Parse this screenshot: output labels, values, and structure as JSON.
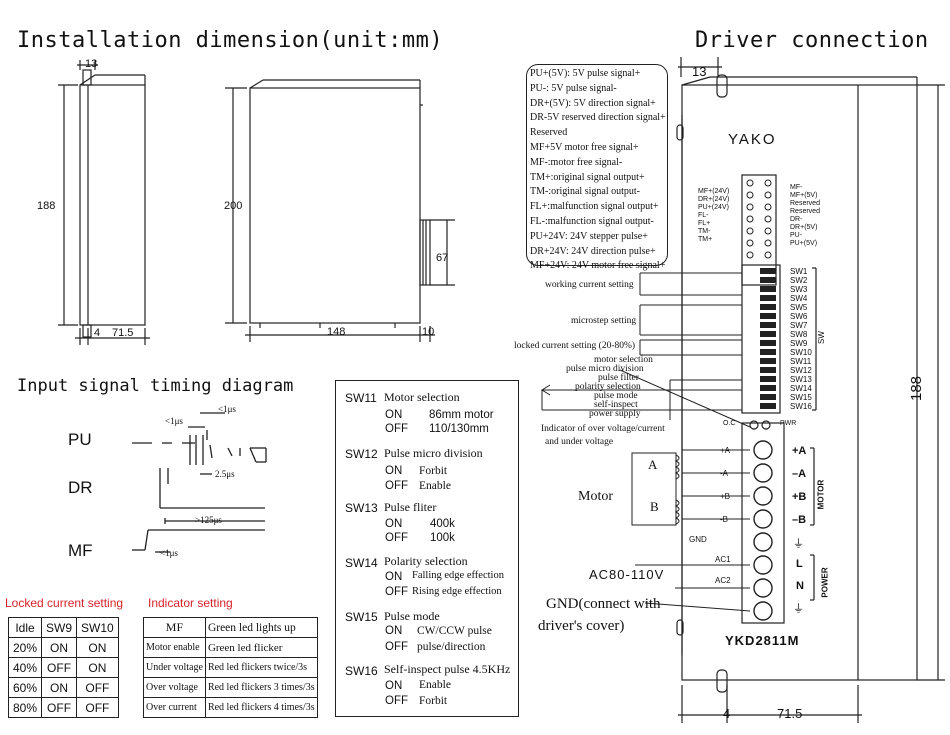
{
  "titles": {
    "install": "Installation dimension(unit:mm)",
    "driver": "Driver connection",
    "timing": "Input signal timing diagram"
  },
  "dims": {
    "side_top": "13",
    "side_height": "188",
    "side_bottom_a": "4",
    "side_bottom_b": "71.5",
    "front_height": "200",
    "front_right": "67",
    "front_width": "148",
    "front_tail": "10",
    "drv_top": "13",
    "drv_height": "188",
    "drv_bottom_a": "4",
    "drv_bottom_b": "71.5"
  },
  "signal_box": [
    "PU+(5V): 5V pulse signal+",
    "PU-: 5V pulse signal-",
    "DR+(5V): 5V direction signal+",
    "DR-5V reserved direction signal+",
    "Reserved",
    "MF+5V motor free signal+",
    "MF-:motor free signal-",
    "TM+:original signal output+",
    "TM-:original signal output-",
    "FL+:malfunction signal output+",
    "FL-:malfunction signal output-",
    "PU+24V: 24V stepper pulse+",
    "DR+24V: 24V direction pulse+",
    "MF+24V: 24V motor free signal+"
  ],
  "timing": {
    "pu": "PU",
    "dr": "DR",
    "mf": "MF",
    "t1": "<1μs",
    "t2": "<1μs",
    "t3": "2.5μs",
    "t4": ">125μs",
    "t5": "<1μs"
  },
  "locked_table": {
    "title": "Locked current setting",
    "header": [
      "Idle",
      "SW9",
      "SW10"
    ],
    "rows": [
      [
        "20%",
        "ON",
        "ON"
      ],
      [
        "40%",
        "OFF",
        "ON"
      ],
      [
        "60%",
        "ON",
        "OFF"
      ],
      [
        "80%",
        "OFF",
        "OFF"
      ]
    ]
  },
  "indicator_table": {
    "title": "Indicator setting",
    "header": [
      "MF",
      "Green led lights up"
    ],
    "rows": [
      [
        "Motor enable",
        "Green led flicker"
      ],
      [
        "Under voltage",
        "Red led flickers twice/3s"
      ],
      [
        "Over voltage",
        "Red led flickers 3 times/3s"
      ],
      [
        "Over current",
        "Red led flickers 4 times/3s"
      ]
    ]
  },
  "sw_box": {
    "sw11": {
      "id": "SW11",
      "title": "Motor selection",
      "on_k": "ON",
      "on_v": "86mm motor",
      "off_k": "OFF",
      "off_v": "110/130mm"
    },
    "sw12": {
      "id": "SW12",
      "title": "Pulse micro division",
      "on_k": "ON",
      "on_v": "Forbit",
      "off_k": "OFF",
      "off_v": "Enable"
    },
    "sw13": {
      "id": "SW13",
      "title": "Pulse fliter",
      "on_k": "ON",
      "on_v": "400k",
      "off_k": "OFF",
      "off_v": "100k"
    },
    "sw14": {
      "id": "SW14",
      "title": "Polarity selection",
      "on_k": "ON",
      "on_v": "Falling edge effection",
      "off_k": "OFF",
      "off_v": "Rising edge effection"
    },
    "sw15": {
      "id": "SW15",
      "title": "Pulse mode",
      "on_k": "ON",
      "on_v": "CW/CCW pulse",
      "off_k": "OFF",
      "off_v": "pulse/direction"
    },
    "sw16": {
      "id": "SW16",
      "title": "Self-inspect pulse 4.5KHz",
      "on_k": "ON",
      "on_v": "Enable",
      "off_k": "OFF",
      "off_v": "Forbit"
    }
  },
  "callouts": {
    "working": "working current setting",
    "microstep": "microstep setting",
    "locked": "locked current setting (20-80%)",
    "motor_sel": "motor selection",
    "pulse_micro": "pulse micro division",
    "pulse_filter": "pulse filter",
    "polarity": "polarity selection",
    "pulse_mode": "pulse mode",
    "self_inspect": "self-inspect",
    "power_supply": "power supply",
    "indicator": "Indicator of over voltage/current",
    "indicator2": "and under voltage",
    "motor": "Motor",
    "coil_a": "A",
    "coil_b": "B",
    "ac": "AC80-110V",
    "gnd1": "GND(connect with",
    "gnd2": "driver's cover)"
  },
  "driver": {
    "brand": "YAKO",
    "model": "YKD2811M",
    "oc": "O.C",
    "pwr": "PWR",
    "sw_side": "SW",
    "pins_left": [
      "MF+(24V)",
      "DR+(24V)",
      "PU+(24V)",
      "FL-",
      "FL+",
      "TM-",
      "TM+"
    ],
    "pins_right": [
      "MF-",
      "MF+(5V)",
      "Reserved",
      "Reserved",
      "DR-",
      "DR+(5V)",
      "PU-",
      "PU+(5V)"
    ],
    "switches": [
      "SW1",
      "SW2",
      "SW3",
      "SW4",
      "SW5",
      "SW6",
      "SW7",
      "SW8",
      "SW9",
      "SW10",
      "SW11",
      "SW12",
      "SW13",
      "SW14",
      "SW15",
      "SW16"
    ],
    "term_left": [
      "+A",
      "-A",
      "+B",
      "-B",
      "GND",
      "AC1",
      "AC2"
    ],
    "term_right": [
      "+A",
      "–A",
      "+B",
      "–B",
      "⏚",
      "L",
      "N",
      "⏚"
    ],
    "motor_vert": "MOTOR",
    "power_vert": "POWER"
  }
}
